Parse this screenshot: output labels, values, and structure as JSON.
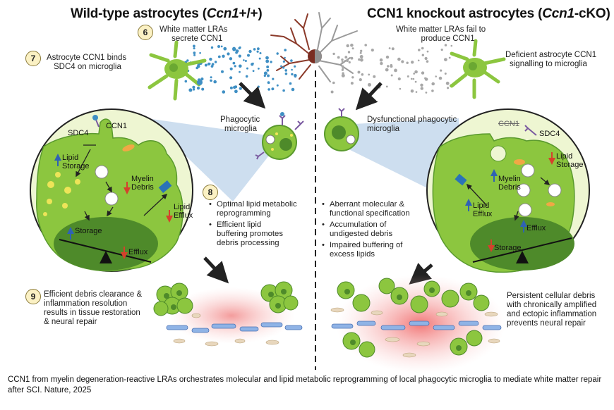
{
  "headers": {
    "left_prefix": "Wild-type astrocytes (",
    "left_gene": "Ccn1",
    "left_suffix": "+/+)",
    "right_prefix": "CCN1 knockout astrocytes (",
    "right_gene": "Ccn1",
    "right_suffix": "-cKO)"
  },
  "steps": {
    "s6": "6",
    "s7": "7",
    "s8": "8",
    "s9": "9"
  },
  "texts": {
    "wt_lra_line1": "White matter LRAs",
    "wt_lra_line2": "secrete CCN1",
    "ko_lra_line1": "White matter LRAs fail to",
    "ko_lra_line2": "produce CCN1",
    "wt_bind_line1": "Astrocyte CCN1 binds",
    "wt_bind_line2": "SDC4 on microglia",
    "ko_signal_line1": "Deficient astrocyte CCN1",
    "ko_signal_line2": "signalling to microglia",
    "wt_microglia_line1": "Phagocytic",
    "wt_microglia_line2": "microglia",
    "ko_microglia_line1": "Dysfunctional phagocytic",
    "ko_microglia_line2": "microglia",
    "wt_clear_line1": "Efficient debris clearance &",
    "wt_clear_line2": "inflammation resolution",
    "wt_clear_line3": "results in tissue restoration",
    "wt_clear_line4": "& neural repair",
    "ko_persist_line1": "Persistent cellular debris",
    "ko_persist_line2": "with chronically amplified",
    "ko_persist_line3": "and ectopic inflammation",
    "ko_persist_line4": "prevents neural repair"
  },
  "wt_bullets": [
    [
      "Optimal lipid metabolic",
      "reprogramming"
    ],
    [
      "Efficient lipid",
      "buffering promotes",
      "debris processing"
    ]
  ],
  "ko_bullets": [
    [
      "Aberrant molecular &",
      "functional specification"
    ],
    [
      "Accumulation of",
      "undigested debris"
    ],
    [
      "Impaired buffering of",
      "excess lipids"
    ]
  ],
  "left_cell": {
    "ccn1": "CCN1",
    "sdc4": "SDC4",
    "lipid_storage_1": "Lipid",
    "lipid_storage_2": "Storage",
    "myelin_1": "Myelin",
    "myelin_2": "Debris",
    "efflux_1": "Lipid",
    "efflux_2": "Efflux",
    "nuc_storage": "Storage",
    "nuc_efflux": "Efflux"
  },
  "right_cell": {
    "ccn1": "CCN1",
    "sdc4": "SDC4",
    "lipid_storage_1": "Lipid",
    "lipid_storage_2": "Storage",
    "myelin_1": "Myelin",
    "myelin_2": "Debris",
    "efflux_1": "Lipid",
    "efflux_2": "Efflux",
    "nuc_storage": "Storage",
    "nuc_efflux": "Efflux"
  },
  "caption": "CCN1 from myelin degeneration-reactive LRAs orchestrates molecular and lipid metabolic reprogramming of local phagocytic microglia to mediate white matter repair after SCI. Nature, 2025",
  "colors": {
    "cell_green": "#8cc63f",
    "cell_dark": "#4e8a2a",
    "nucleus": "#3f7f33",
    "spot_blue": "#3f8fc4",
    "spot_grey": "#a7a7a7",
    "inflammation": "#f08a8a",
    "up_arrow": "#2f62b4",
    "down_arrow": "#d4412c",
    "lipid_yellow": "#f3e65a",
    "wedge_blue": "#bcd3ea"
  }
}
